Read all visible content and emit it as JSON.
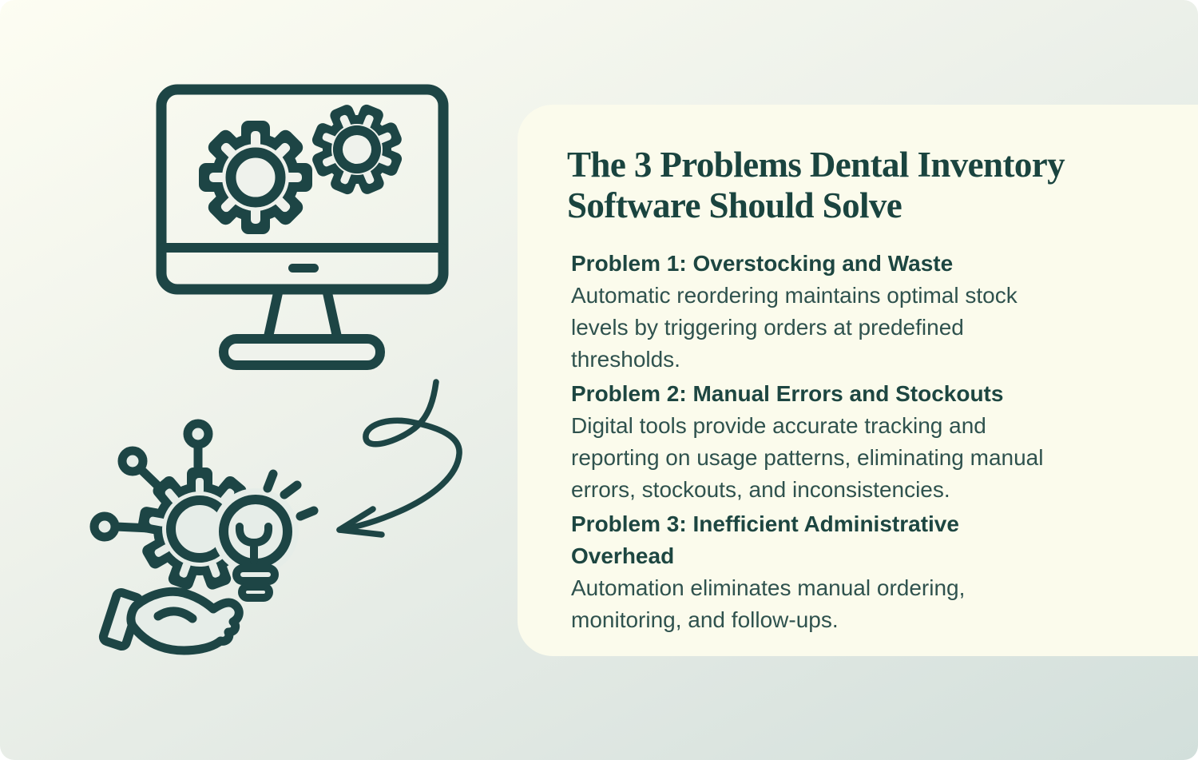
{
  "card": {
    "title": "The 3 Problems Dental Inventory\nSoftware Should Solve",
    "sections": [
      {
        "heading": "Problem 1: Overstocking and Waste",
        "body": "Automatic reordering maintains optimal stock\nlevels by triggering orders at predefined\nthresholds."
      },
      {
        "heading": "Problem 2: Manual Errors and Stockouts",
        "body": "Digital tools provide accurate tracking and\nreporting on usage patterns, eliminating manual\nerrors, stockouts, and inconsistencies."
      },
      {
        "heading": "Problem 3: Inefficient Administrative\nOverhead",
        "body": "Automation eliminates manual ordering,\nmonitoring, and follow-ups."
      }
    ]
  },
  "icons": {
    "monitor": "computer-monitor-with-gears",
    "idea": "hand-holding-gear-and-lightbulb",
    "arrow": "hand-drawn-curved-arrow"
  },
  "colors": {
    "ink": "#1d4545",
    "title": "#1a443f",
    "heading": "#1d4641",
    "body": "#2f524e",
    "card": "#fbfbec",
    "bg1": "#fdfdf2",
    "bg2": "#edf1ea",
    "bg3": "#dfe7e2",
    "bg4": "#d2dfdb",
    "fill-a": "#eff2ec",
    "fill-b": "#e6ede8"
  }
}
